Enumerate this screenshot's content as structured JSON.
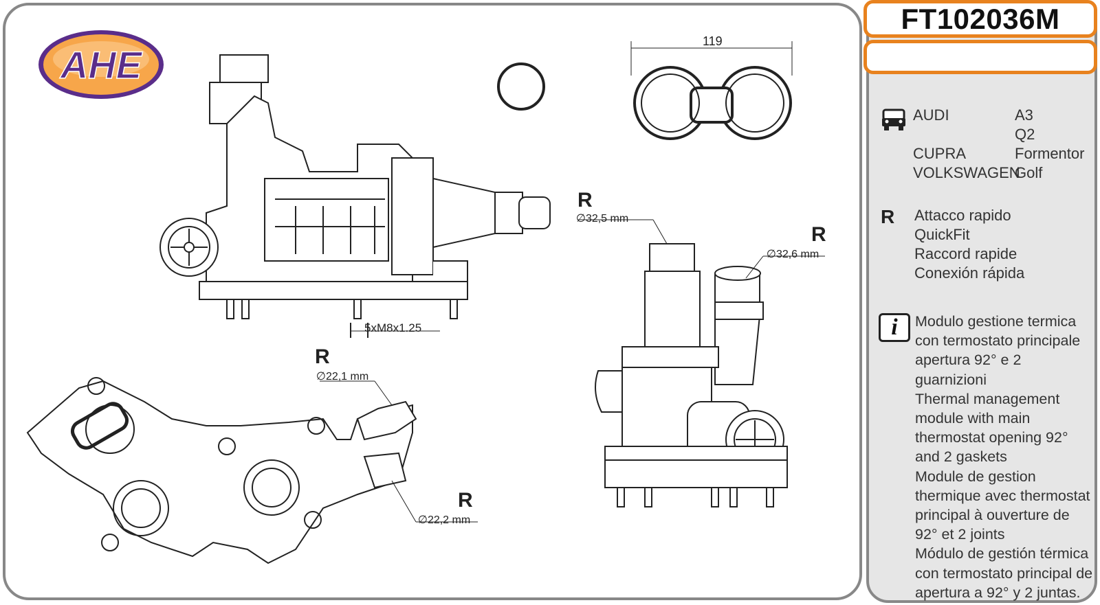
{
  "header": {
    "part_code": "FT102036M",
    "brand": "AHE"
  },
  "applications": [
    {
      "make": "AUDI",
      "model": "A3"
    },
    {
      "make": "",
      "model": "Q2"
    },
    {
      "make": "CUPRA",
      "model": "Formentor"
    },
    {
      "make": "VOLKSWAGEN",
      "model": "Golf"
    }
  ],
  "connectors": {
    "symbol": "R",
    "lines": [
      "Attacco rapido",
      "QuickFit",
      "Raccord rapide",
      "Conexión rápida"
    ]
  },
  "description": {
    "lines": [
      "Modulo gestione termica",
      "con termostato principale",
      "apertura 92° e 2 guarnizioni",
      "Thermal management",
      "module with main",
      "thermostat opening 92°",
      "and 2 gaskets",
      "Module de gestion",
      "thermique avec thermostat",
      "principal à ouverture de",
      "92° et 2 joints",
      "Módulo de gestión térmica",
      "con termostato principal de",
      "apertura a 92° y 2 juntas."
    ]
  },
  "drawing": {
    "gasket_width": "119",
    "bolts": "5xM8x1.25",
    "r_symbol": "R",
    "dia_1": "∅32,5 mm",
    "dia_2": "∅32,6 mm",
    "dia_3": "∅22,1 mm",
    "dia_4": "∅22,2 mm"
  },
  "colors": {
    "accent": "#e8821e",
    "logo_purple": "#5a2d8a",
    "logo_orange": "#f39a2e",
    "panel": "#e6e6e6"
  }
}
